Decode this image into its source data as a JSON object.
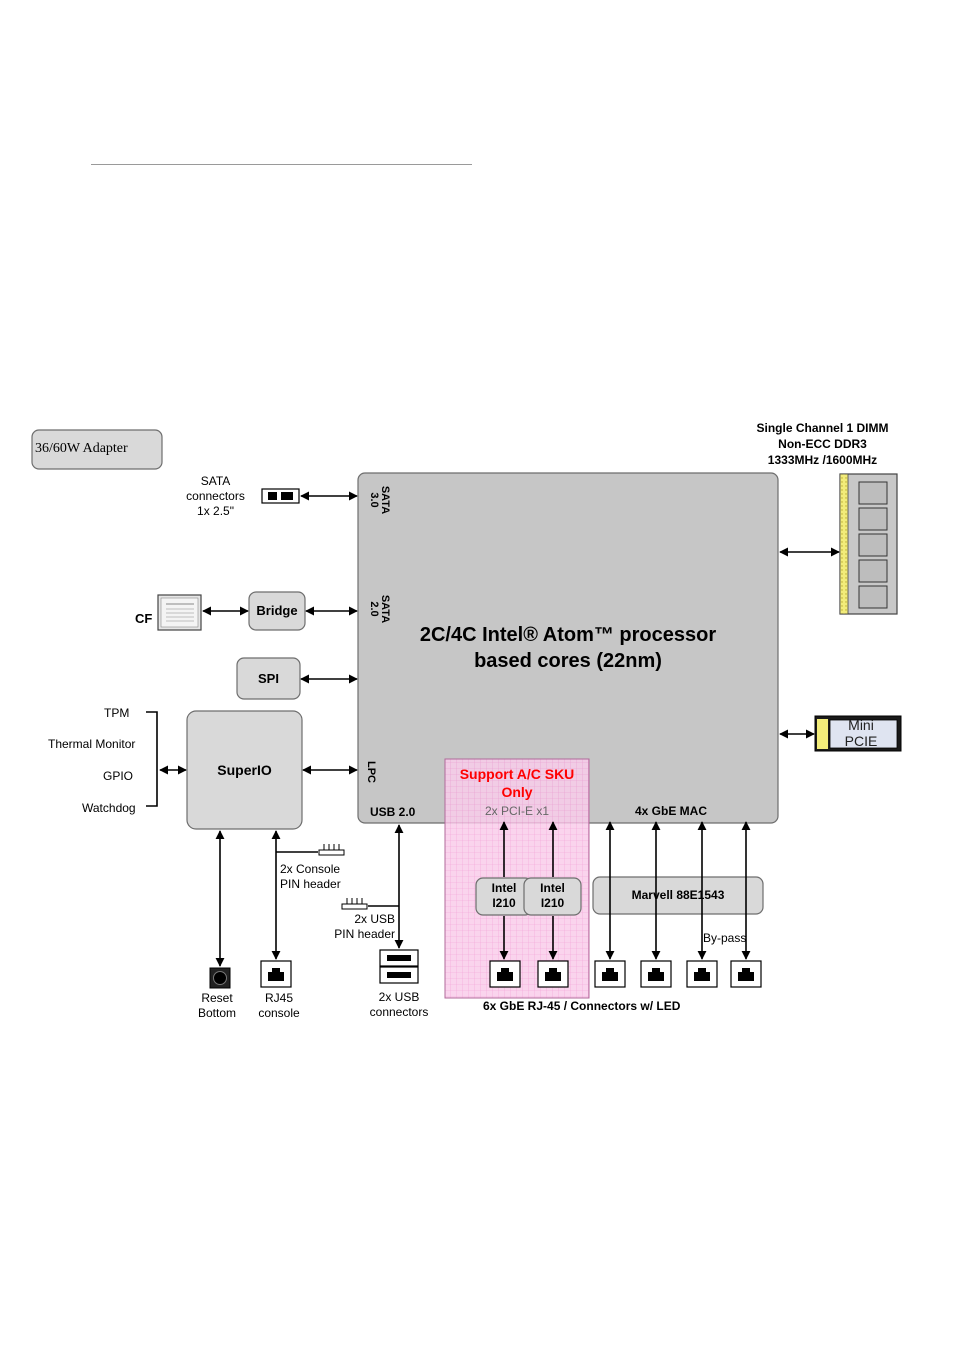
{
  "adapter": {
    "label": "36/60W Adapter"
  },
  "sata_connectors": {
    "label": "SATA\nconnectors\n1x 2.5\""
  },
  "cf": {
    "label": "CF"
  },
  "bridge": {
    "label": "Bridge"
  },
  "spi": {
    "label": "SPI"
  },
  "superio": {
    "label": "SuperIO",
    "items": [
      "TPM",
      "Thermal Monitor",
      "GPIO",
      "Watchdog"
    ]
  },
  "processor": {
    "title": "2C/4C Intel® Atom™ processor\nbased cores (22nm)",
    "ports": {
      "sata3": "SATA\n3.0",
      "sata2": "SATA\n2.0",
      "lpc": "LPC",
      "usb2": "USB 2.0",
      "pcie": "2x PCI-E x1",
      "gbe_mac": "4x GbE MAC"
    }
  },
  "memory": {
    "label": "Single Channel 1 DIMM\nNon-ECC DDR3\n1333MHz /1600MHz"
  },
  "mini_pcie": {
    "label": "Mini\nPCIE"
  },
  "sku_note": {
    "label": "Support A/C SKU\nOnly",
    "color": "#ff0000"
  },
  "intel_i210": [
    {
      "label": "Intel\nI210"
    },
    {
      "label": "Intel\nI210"
    }
  ],
  "marvell": {
    "label": "Marvell 88E1543"
  },
  "bypass": {
    "label": "By-pass"
  },
  "console_header": {
    "label": "2x Console\nPIN header"
  },
  "usb_header": {
    "label": "2x USB\nPIN header"
  },
  "reset": {
    "label": "Reset\nBottom"
  },
  "rj45_console": {
    "label": "RJ45\nconsole"
  },
  "usb_connectors": {
    "label": "2x USB\nconnectors"
  },
  "gbe_rj45": {
    "label": "6x GbE RJ-45 / Connectors w/ LED"
  },
  "colors": {
    "box_fill": "#d9d9d9",
    "processor_fill": "#c6c6c6",
    "sku_fill": "#f7bde2",
    "memory_stripe": "#f2ec7a"
  }
}
